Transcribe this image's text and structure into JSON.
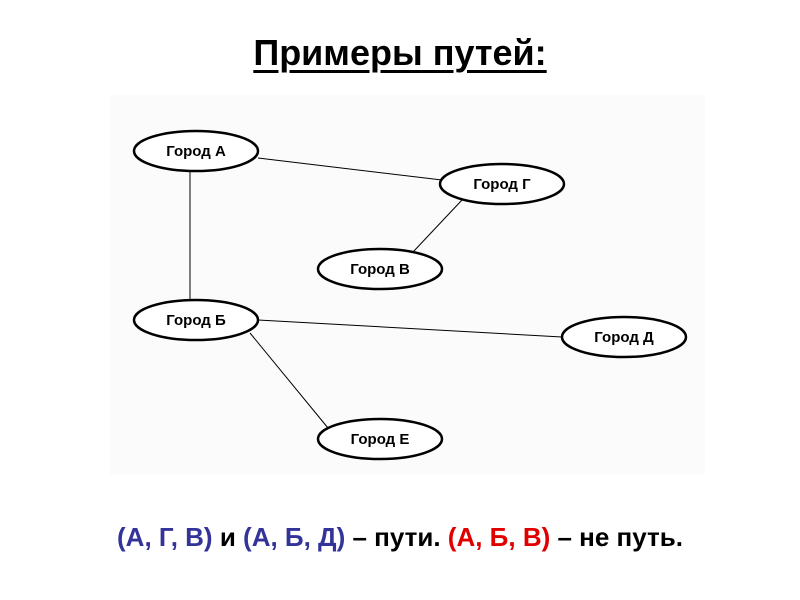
{
  "title": "Примеры путей:",
  "colors": {
    "path_blue": "#333399",
    "not_path_red": "#e00000",
    "text_black": "#000000"
  },
  "nodes": {
    "a": "Город А",
    "b": "Город Б",
    "v": "Город В",
    "g": "Город Г",
    "d": "Город Д",
    "e": "Город Е"
  },
  "edges": [
    [
      "А",
      "Г"
    ],
    [
      "Г",
      "В"
    ],
    [
      "А",
      "Б"
    ],
    [
      "Б",
      "Д"
    ],
    [
      "Б",
      "Е"
    ]
  ],
  "caption": {
    "path1": "(А, Г, В)",
    "and": " и ",
    "path2": "(А, Б, Д)",
    "paths_text": " – пути. ",
    "not_path": "(А, Б, В)",
    "not_path_text": " – не путь."
  }
}
